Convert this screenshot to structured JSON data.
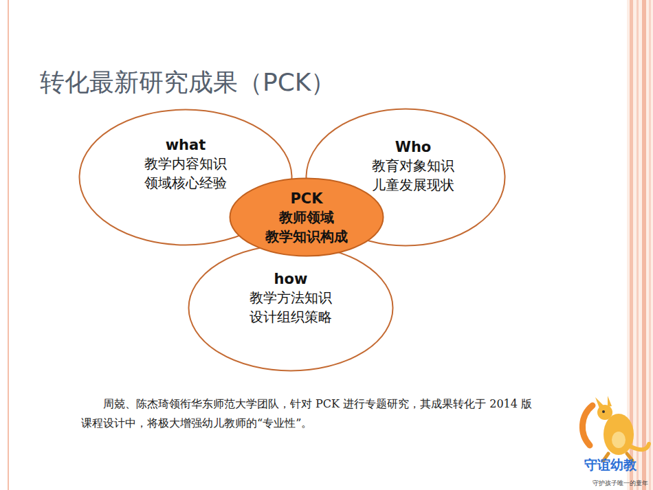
{
  "diagram": {
    "title": "转化最新研究成果（PCK）",
    "caption": "周兢、陈杰琦领衔华东师范大学团队，针对 PCK 进行专题研究，其成果转化于 2014 版课程设计中，将极大增强幼儿教师的“专业性”。",
    "nodes": [
      {
        "text": [
          "what",
          "教学内容知识 领域核心经验"
        ]
      },
      {
        "text": [
          "Who",
          "教育对象知识 儿童发展现状"
        ]
      },
      {
        "text": [
          "PCK",
          "教师领域 教学知识构成"
        ]
      },
      {
        "text": [
          "how",
          "教学方法知识 设计组织策略"
        ]
      }
    ],
    "labels": [
      "守谊幼教",
      "守护孩子唯一的童年"
    ]
  }
}
